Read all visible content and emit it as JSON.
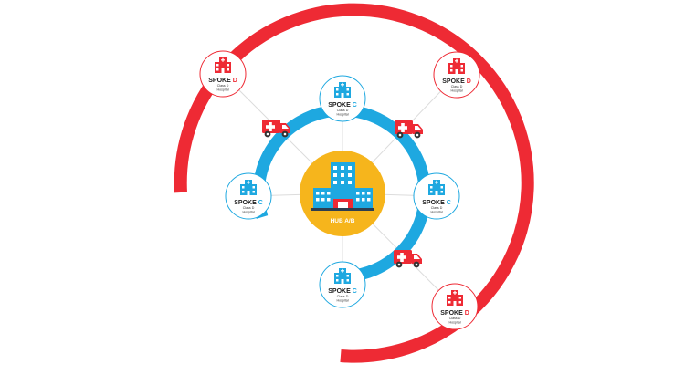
{
  "colors": {
    "red": "#ee2a34",
    "blue": "#1ea8e0",
    "hub": "#f6b51c",
    "node_border_red": "#ee2a34",
    "node_border_blue": "#1ea8e0",
    "spoke_line": "#dcdcdc",
    "text_dark": "#1f1f1f"
  },
  "hub": {
    "label": "HUB A/B",
    "icon": "hospital-building-icon"
  },
  "spokes_c": [
    {
      "id": "top",
      "word": "SPOKE",
      "letter": "C",
      "sub1": "Class D",
      "sub2": "Hospital",
      "icon": "hospital-icon"
    },
    {
      "id": "left",
      "word": "SPOKE",
      "letter": "C",
      "sub1": "Class D",
      "sub2": "Hospital",
      "icon": "hospital-icon"
    },
    {
      "id": "right",
      "word": "SPOKE",
      "letter": "C",
      "sub1": "Class D",
      "sub2": "Hospital",
      "icon": "hospital-icon"
    },
    {
      "id": "bottom",
      "word": "SPOKE",
      "letter": "C",
      "sub1": "Class D",
      "sub2": "Hospital",
      "icon": "hospital-icon"
    }
  ],
  "spokes_d": [
    {
      "id": "top-left",
      "word": "SPOKE",
      "letter": "D",
      "sub1": "Class D",
      "sub2": "Hospital",
      "icon": "hospital-icon"
    },
    {
      "id": "top-right",
      "word": "SPOKE",
      "letter": "D",
      "sub1": "Class D",
      "sub2": "Hospital",
      "icon": "hospital-icon"
    },
    {
      "id": "bottom-right",
      "word": "SPOKE",
      "letter": "D",
      "sub1": "Class D",
      "sub2": "Hospital",
      "icon": "hospital-icon"
    }
  ],
  "ambulances": [
    {
      "id": "left",
      "icon": "ambulance-icon"
    },
    {
      "id": "top-right",
      "icon": "ambulance-icon"
    },
    {
      "id": "bottom-right",
      "icon": "ambulance-icon"
    }
  ]
}
